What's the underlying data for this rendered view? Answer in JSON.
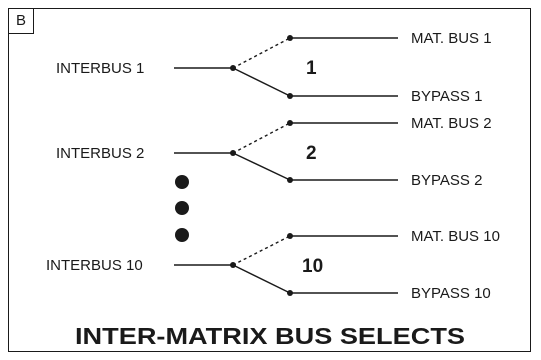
{
  "panel_label": "B",
  "groups": [
    {
      "input": "INTERBUS 1",
      "number": "1",
      "selected": "MAT. BUS 1",
      "bypass": "BYPASS 1"
    },
    {
      "input": "INTERBUS 2",
      "number": "2",
      "selected": "MAT. BUS 2",
      "bypass": "BYPASS 2"
    },
    {
      "input": "INTERBUS 10",
      "number": "10",
      "selected": "MAT. BUS 10",
      "bypass": "BYPASS 10"
    }
  ],
  "title": "INTER-MATRIX BUS SELECTS"
}
